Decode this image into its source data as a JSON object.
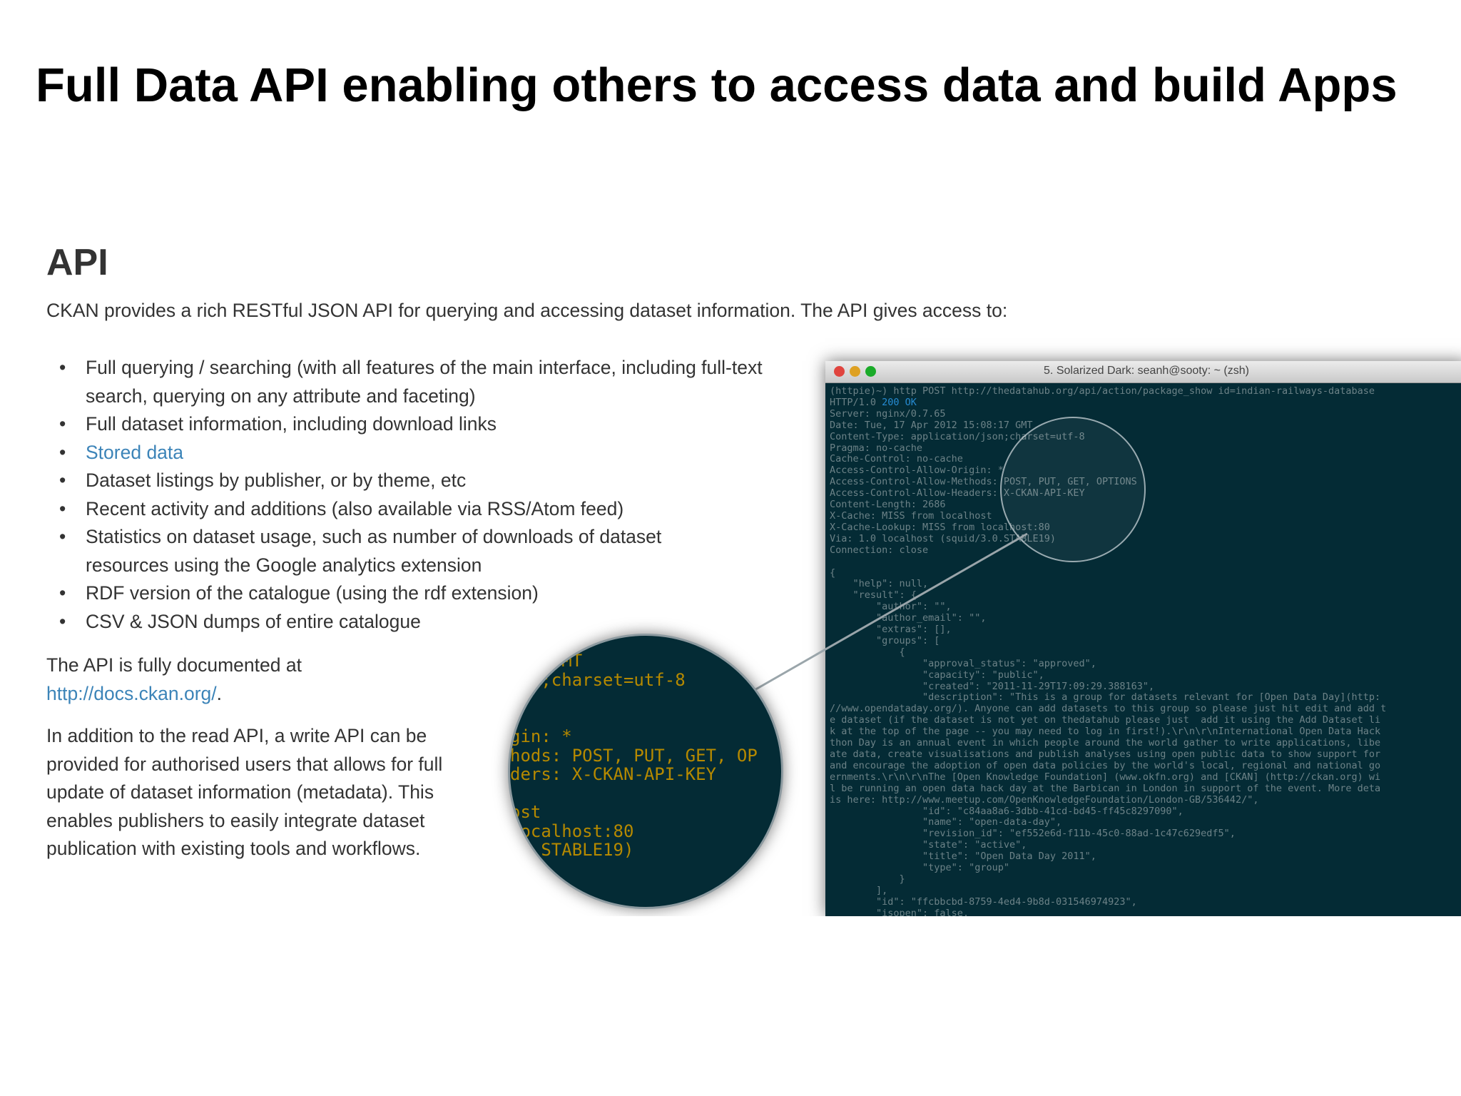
{
  "slide": {
    "title": "Full Data API enabling others to access data and build Apps"
  },
  "api_section": {
    "heading": "API",
    "intro": "CKAN provides a rich RESTful JSON API for querying and accessing dataset information. The API gives access to:",
    "features": [
      "Full querying / searching (with all features of the main interface, including full-text search, querying on any attribute and faceting)",
      "Full dataset information, including download links",
      "Stored data",
      "Dataset listings by publisher, or by theme, etc",
      "Recent activity and additions (also available via RSS/Atom feed)",
      "Statistics on dataset usage, such as number of downloads of dataset resources using the Google analytics extension",
      "RDF version of the catalogue (using the rdf extension)",
      "CSV & JSON dumps of entire catalogue"
    ],
    "docs_text": "The API is fully documented at",
    "docs_link": "http://docs.ckan.org/",
    "docs_suffix": ".",
    "write_api": "In addition to the read API, a write API can be provided for authorised users that allows for full update of dataset information (metadata). This enables publishers to easily integrate dataset publication with existing tools and workflows."
  },
  "terminal": {
    "title": "5. Solarized Dark: seanh@sooty: ~ (zsh)",
    "command": "(httpie)~) http POST http://thedatahub.org/api/action/package_show id=indian-railways-database",
    "status_prefix": "HTTP/1.0 ",
    "status_code": "200",
    "status_suffix": " OK",
    "output": "Server: nginx/0.7.65\nDate: Tue, 17 Apr 2012 15:08:17 GMT\nContent-Type: application/json;charset=utf-8\nPragma: no-cache\nCache-Control: no-cache\nAccess-Control-Allow-Origin: *\nAccess-Control-Allow-Methods: POST, PUT, GET, OPTIONS\nAccess-Control-Allow-Headers: X-CKAN-API-KEY\nContent-Length: 2686\nX-Cache: MISS from localhost\nX-Cache-Lookup: MISS from localhost:80\nVia: 1.0 localhost (squid/3.0.STABLE19)\nConnection: close\n\n{\n    \"help\": null,\n    \"result\": {\n        \"author\": \"\",\n        \"author_email\": \"\",\n        \"extras\": [],\n        \"groups\": [\n            {\n                \"approval_status\": \"approved\",\n                \"capacity\": \"public\",\n                \"created\": \"2011-11-29T17:09:29.388163\",\n                \"description\": \"This is a group for datasets relevant for [Open Data Day](http:\n//www.opendataday.org/). Anyone can add datasets to this group so please just hit edit and add t\ne dataset (if the dataset is not yet on thedatahub please just  add it using the Add Dataset li\nk at the top of the page -- you may need to log in first!).\\r\\n\\r\\nInternational Open Data Hack\nthon Day is an annual event in which people around the world gather to write applications, libe\nate data, create visualisations and publish analyses using open public data to show support for\nand encourage the adoption of open data policies by the world's local, regional and national go\nernments.\\r\\n\\r\\nThe [Open Knowledge Foundation] (www.okfn.org) and [CKAN] (http://ckan.org) wi\nl be running an open data hack day at the Barbican in London in support of the event. More deta\nis here: http://www.meetup.com/OpenKnowledgeFoundation/London-GB/536442/\",\n                \"id\": \"c84aa8a6-3dbb-41cd-bd45-ff45c8297090\",\n                \"name\": \"open-data-day\",\n                \"revision_id\": \"ef552e6d-f11b-45c0-88ad-1c47c629edf5\",\n                \"state\": \"active\",\n                \"title\": \"Open Data Day 2011\",\n                \"type\": \"group\"\n            }\n        ],\n        \"id\": \"ffcbbcbd-8759-4ed4-9b8d-031546974923\",\n        \"isopen\": false,"
  },
  "magnifier": {
    "text": ":17 GMT\nson;charset=utf-8\n\n\ngin: *\nhods: POST, PUT, GET, OP\nders: X-CKAN-API-KEY\n\nost\nlocalhost:80\n.0.STABLE19)"
  },
  "colors": {
    "link": "#3c84b8",
    "terminal_bg": "#042b35",
    "terminal_text": "#6c8287",
    "terminal_accent": "#b58900"
  }
}
